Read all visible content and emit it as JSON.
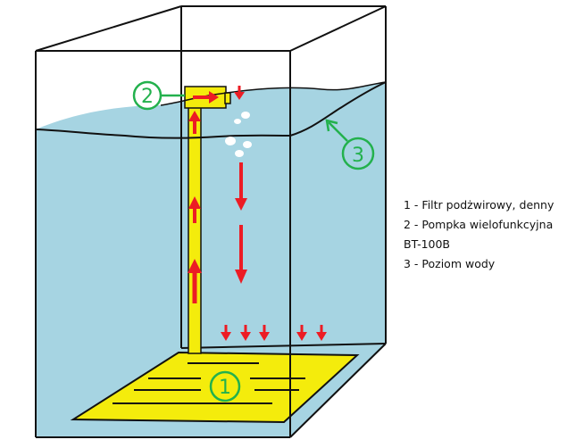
{
  "markers": [
    {
      "id": "1",
      "label": "1"
    },
    {
      "id": "2",
      "label": "2"
    },
    {
      "id": "3",
      "label": "3"
    }
  ],
  "legend": {
    "line1": "1 - Filtr podżwirowy, denny",
    "line2": "2 - Pompka wielofunkcyjna",
    "line3": "BT-100B",
    "line4": "3 - Poziom wody"
  },
  "colors": {
    "water": "#a6d4e2",
    "yellow": "#f4ec0c",
    "marker": "#23b14d",
    "arrow": "#ec1c24",
    "outline": "#111111"
  }
}
